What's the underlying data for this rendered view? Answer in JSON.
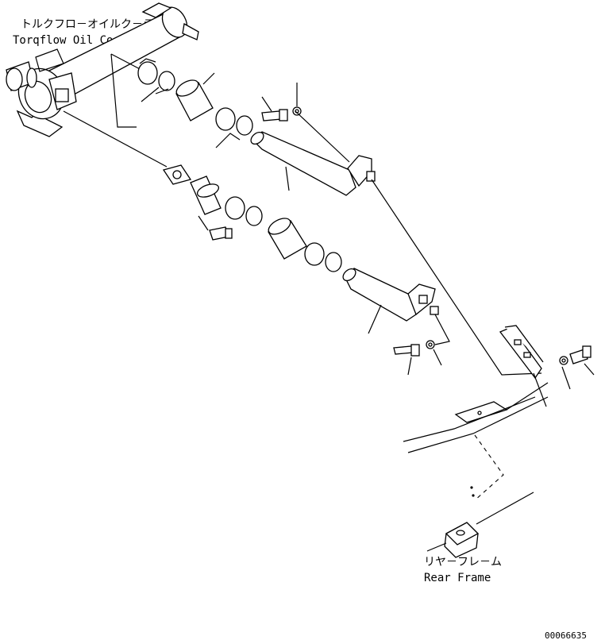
{
  "labels": {
    "cooler_jp": "トルクフロ－オイルク－ラ",
    "cooler_en": "Torqflow Oil Cooler",
    "frame_jp": "リヤ－フレ－ム",
    "frame_en": "Rear Frame",
    "drawing_no": "00066635"
  },
  "colors": {
    "ink": "#000000",
    "paper": "#ffffff"
  }
}
